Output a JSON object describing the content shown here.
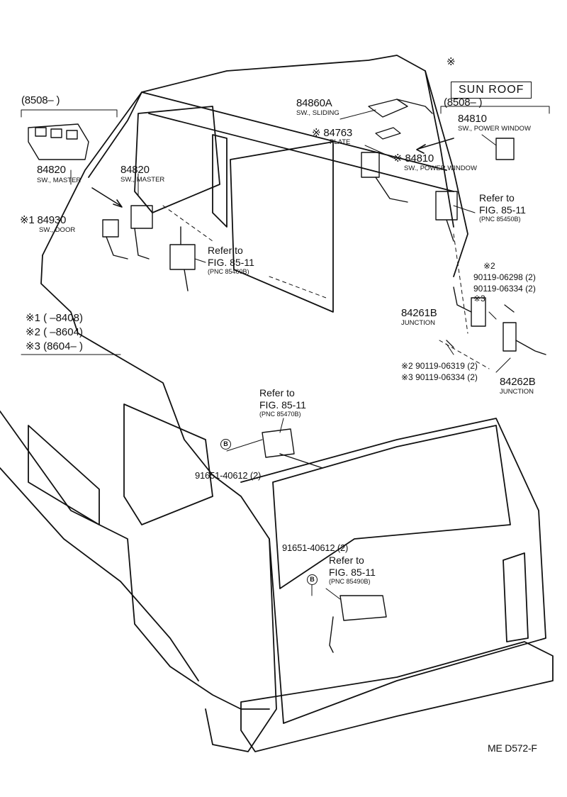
{
  "labels": {
    "sunroof_mark": "※",
    "sunroof_box": "SUN ROOF",
    "sunroof_date": "(8508–        )",
    "date_8508_left": "(8508–        )",
    "p84860a": "84860A",
    "p84860a_name": "SW., SLIDING",
    "p84763": "※ 84763",
    "p84763_name": "PLATE",
    "p84810_top": "84810",
    "p84810_top_name": "SW., POWER WINDOW",
    "p84810_mid": "※ 84810",
    "p84810_mid_name": "SW., POWER WINDOW",
    "p84820_a": "84820",
    "p84820_a_name": "SW., MASTER",
    "p84820_b": "84820",
    "p84820_b_name": "SW., MASTER",
    "p84930": "※1 84930",
    "p84930_name": "SW., DOOR",
    "ref1": "Refer to",
    "ref1_fig": "FIG. 85-11",
    "ref1_pnc": "(PNC 85460B)",
    "ref2": "Refer to",
    "ref2_fig": "FIG. 85-11",
    "ref2_pnc": "(PNC 85450B)",
    "ref3": "Refer to",
    "ref3_fig": "FIG. 85-11",
    "ref3_pnc": "(PNC 85470B)",
    "ref4": "Refer to",
    "ref4_fig": "FIG. 85-11",
    "ref4_pnc": "(PNC 85490B)",
    "legend1": "※1 (        –8408)",
    "legend2": "※2 (        –8604)",
    "legend3": "※3 (8604–        )",
    "b06298": "※2",
    "b06298_pn": "90119-06298 (2)",
    "b06334a": "90119-06334 (2)",
    "b06334a_mark": "※3",
    "p84261b": "84261B",
    "p84261b_name": "JUNCTION",
    "b06319": "※2 90119-06319 (2)",
    "b06334b": "※3 90119-06334 (2)",
    "p84262b": "84262B",
    "p84262b_name": "JUNCTION",
    "b_circle": "B",
    "p91651_a": "91651-40612 (2)",
    "p91651_b": "91651-40612 (2)",
    "footer": "ME  D572-F"
  }
}
